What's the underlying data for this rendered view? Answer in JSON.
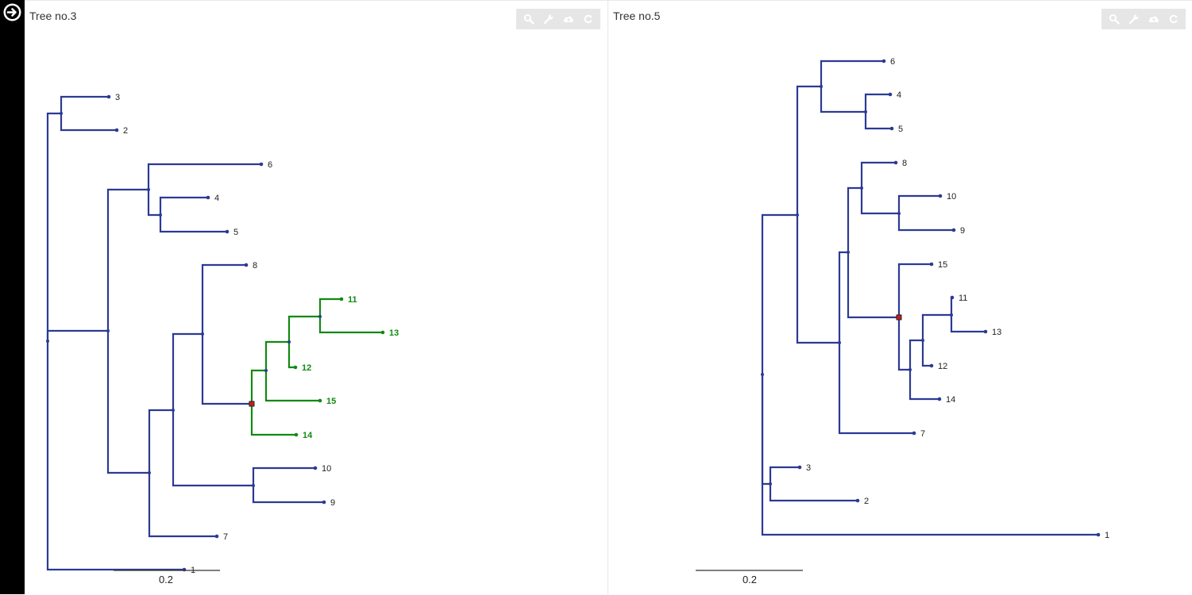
{
  "sidebar": {
    "toggle_icon": "arrow-right-circle-icon"
  },
  "panels": [
    {
      "id": "left",
      "title": "Tree no.3",
      "toolbar": [
        "search-icon",
        "wrench-icon",
        "cloud-upload-icon",
        "refresh-icon"
      ],
      "scale_label": "0.2",
      "colors": {
        "branch": "#2c3a94",
        "highlight": "#118a11",
        "selected_node": "#d11a1a"
      },
      "leaves": [
        {
          "label": "3",
          "highlight": false
        },
        {
          "label": "2",
          "highlight": false
        },
        {
          "label": "6",
          "highlight": false
        },
        {
          "label": "4",
          "highlight": false
        },
        {
          "label": "5",
          "highlight": false
        },
        {
          "label": "8",
          "highlight": false
        },
        {
          "label": "11",
          "highlight": true
        },
        {
          "label": "13",
          "highlight": true
        },
        {
          "label": "12",
          "highlight": true
        },
        {
          "label": "15",
          "highlight": true
        },
        {
          "label": "14",
          "highlight": true
        },
        {
          "label": "10",
          "highlight": false
        },
        {
          "label": "9",
          "highlight": false
        },
        {
          "label": "7",
          "highlight": false
        },
        {
          "label": "1",
          "highlight": false
        }
      ]
    },
    {
      "id": "right",
      "title": "Tree no.5",
      "toolbar": [
        "search-icon",
        "wrench-icon",
        "cloud-upload-icon",
        "refresh-icon"
      ],
      "scale_label": "0.2",
      "colors": {
        "branch": "#2c3a94",
        "highlight": "#118a11",
        "selected_node": "#d11a1a"
      },
      "leaves": [
        {
          "label": "6",
          "highlight": false
        },
        {
          "label": "4",
          "highlight": false
        },
        {
          "label": "5",
          "highlight": false
        },
        {
          "label": "8",
          "highlight": false
        },
        {
          "label": "10",
          "highlight": false
        },
        {
          "label": "9",
          "highlight": false
        },
        {
          "label": "15",
          "highlight": false
        },
        {
          "label": "11",
          "highlight": false
        },
        {
          "label": "13",
          "highlight": false
        },
        {
          "label": "12",
          "highlight": false
        },
        {
          "label": "14",
          "highlight": false
        },
        {
          "label": "7",
          "highlight": false
        },
        {
          "label": "3",
          "highlight": false
        },
        {
          "label": "2",
          "highlight": false
        },
        {
          "label": "1",
          "highlight": false
        }
      ]
    }
  ]
}
